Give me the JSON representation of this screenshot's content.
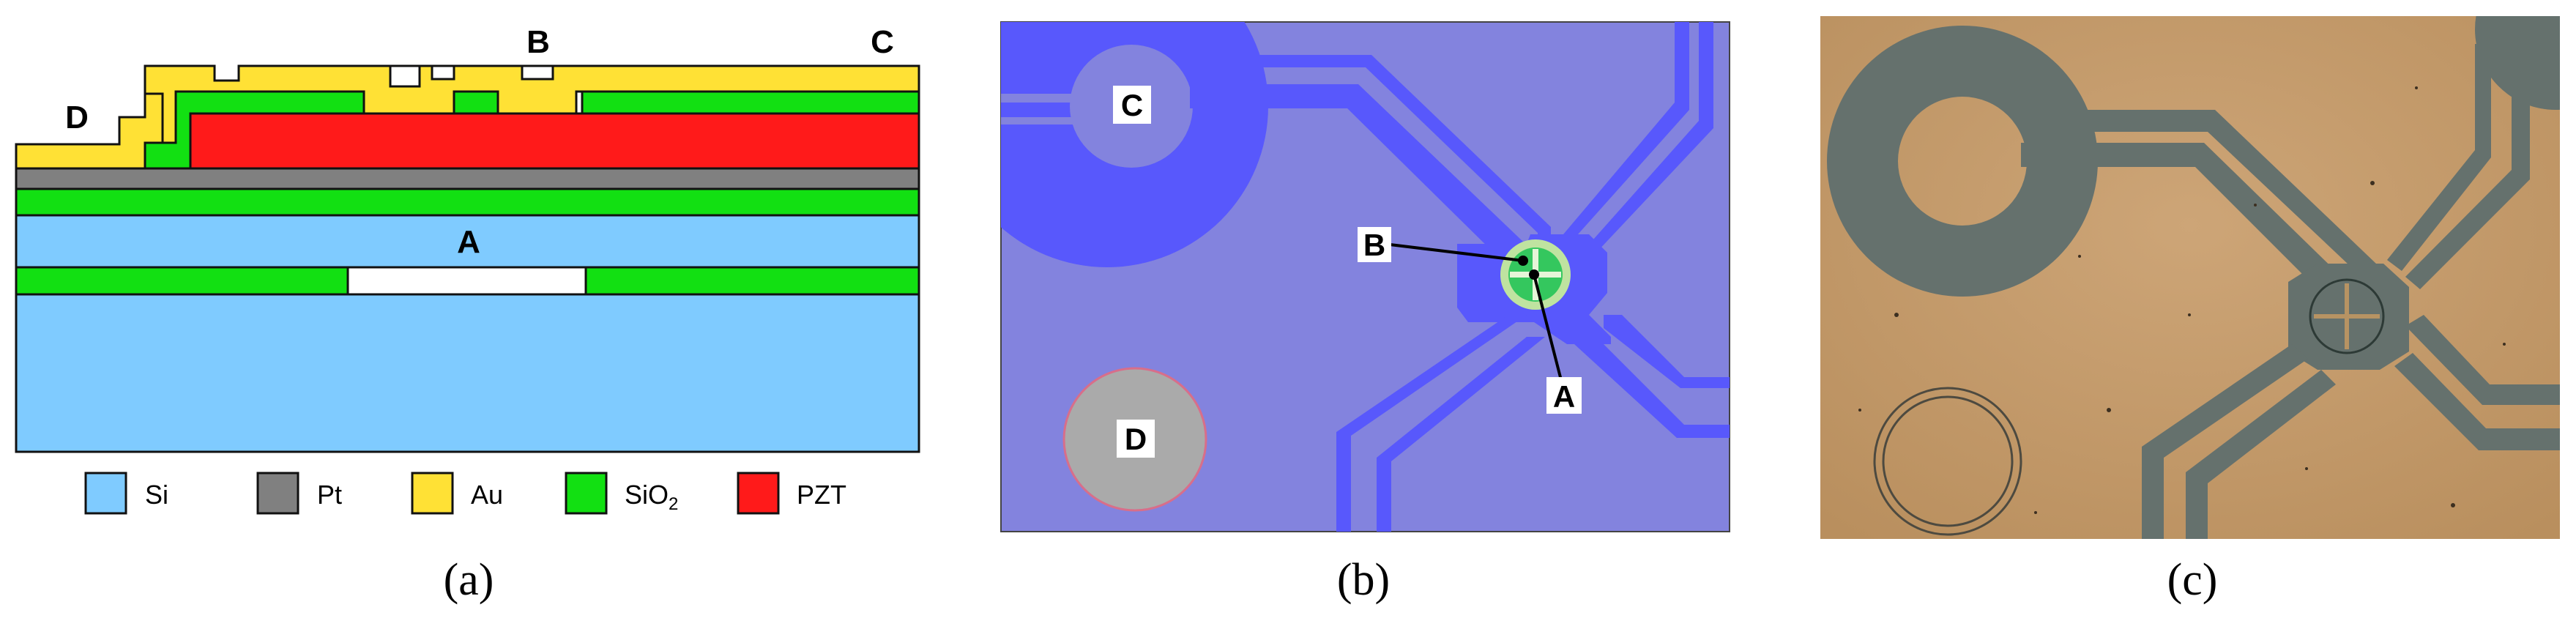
{
  "panel_a": {
    "caption": "(a)",
    "labels": {
      "A": "A",
      "B": "B",
      "C": "C",
      "D": "D"
    },
    "legend": [
      {
        "name": "Si",
        "color": "#7fcbff"
      },
      {
        "name": "Pt",
        "color": "#808080"
      },
      {
        "name": "Au",
        "color": "#ffe135"
      },
      {
        "name": "SiO",
        "sub": "2",
        "color": "#12e012"
      },
      {
        "name": "PZT",
        "color": "#ff1a1a"
      }
    ]
  },
  "panel_b": {
    "caption": "(b)",
    "labels": {
      "A": "A",
      "B": "B",
      "C": "C",
      "D": "D"
    },
    "colors": {
      "background": "#8383de",
      "traces": "#5858fc",
      "pad_gray": "#aaaaaa",
      "green": "#34c75e"
    }
  },
  "panel_c": {
    "caption": "(c)",
    "colors": {
      "background": "#c49c6c",
      "metal": "#65716d"
    }
  }
}
